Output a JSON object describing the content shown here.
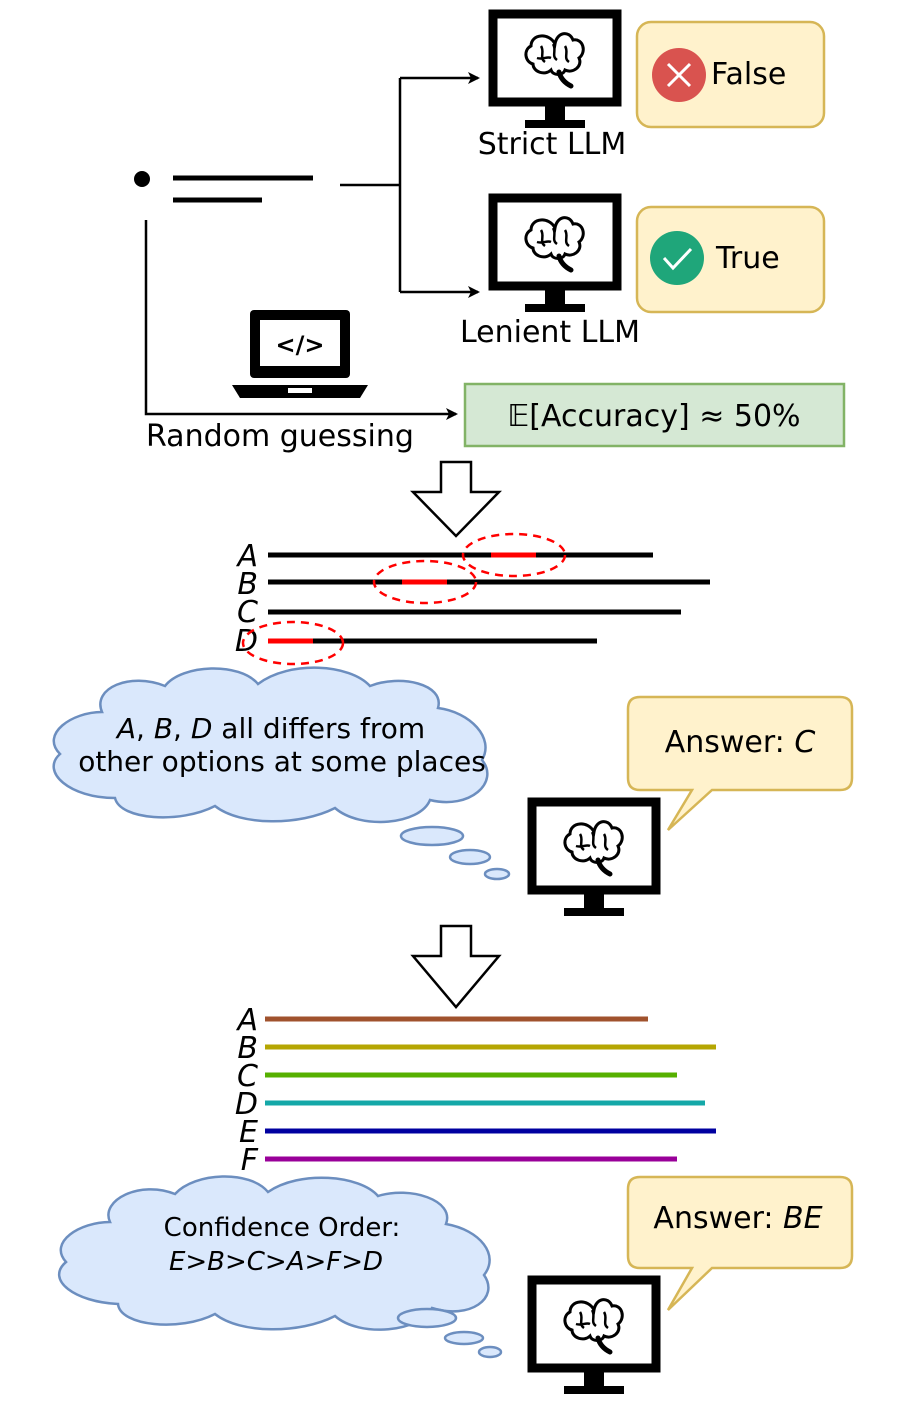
{
  "section1": {
    "strict_label": "Strict LLM",
    "lenient_label": "Lenient LLM",
    "false_label": "False",
    "true_label": "True",
    "random_label": "Random guessing",
    "accuracy_label": "𝔼[Accuracy] ≈ 50%"
  },
  "section2": {
    "options": [
      "A",
      "B",
      "C",
      "D"
    ],
    "thought": {
      "prefix_A": "A",
      "sep1": ", ",
      "prefix_B": "B",
      "sep2": ", ",
      "prefix_D": "D",
      "rest_line1": " all differs from",
      "line2": "other options at some places"
    },
    "answer_prefix": "Answer: ",
    "answer_value": "C"
  },
  "section3": {
    "options": [
      "A",
      "B",
      "C",
      "D",
      "E",
      "F"
    ],
    "option_colors": [
      "#a0522d",
      "#b5a602",
      "#56b000",
      "#14a8a8",
      "#0000a0",
      "#990099"
    ],
    "thought_line1": "Confidence Order:",
    "thought_line2": "E>B>C>A>F>D",
    "answer_prefix": "Answer: ",
    "answer_value": "BE"
  },
  "colors": {
    "callout_fill": "#fff2cc",
    "callout_border": "#d6b656",
    "accuracy_fill": "#d5e8d4",
    "accuracy_border": "#82b366",
    "cloud_fill": "#dae8fc",
    "cloud_border": "#6c8ebf",
    "false_badge": "#d9534f",
    "true_badge": "#1fa67a",
    "highlight": "#ff0000"
  }
}
